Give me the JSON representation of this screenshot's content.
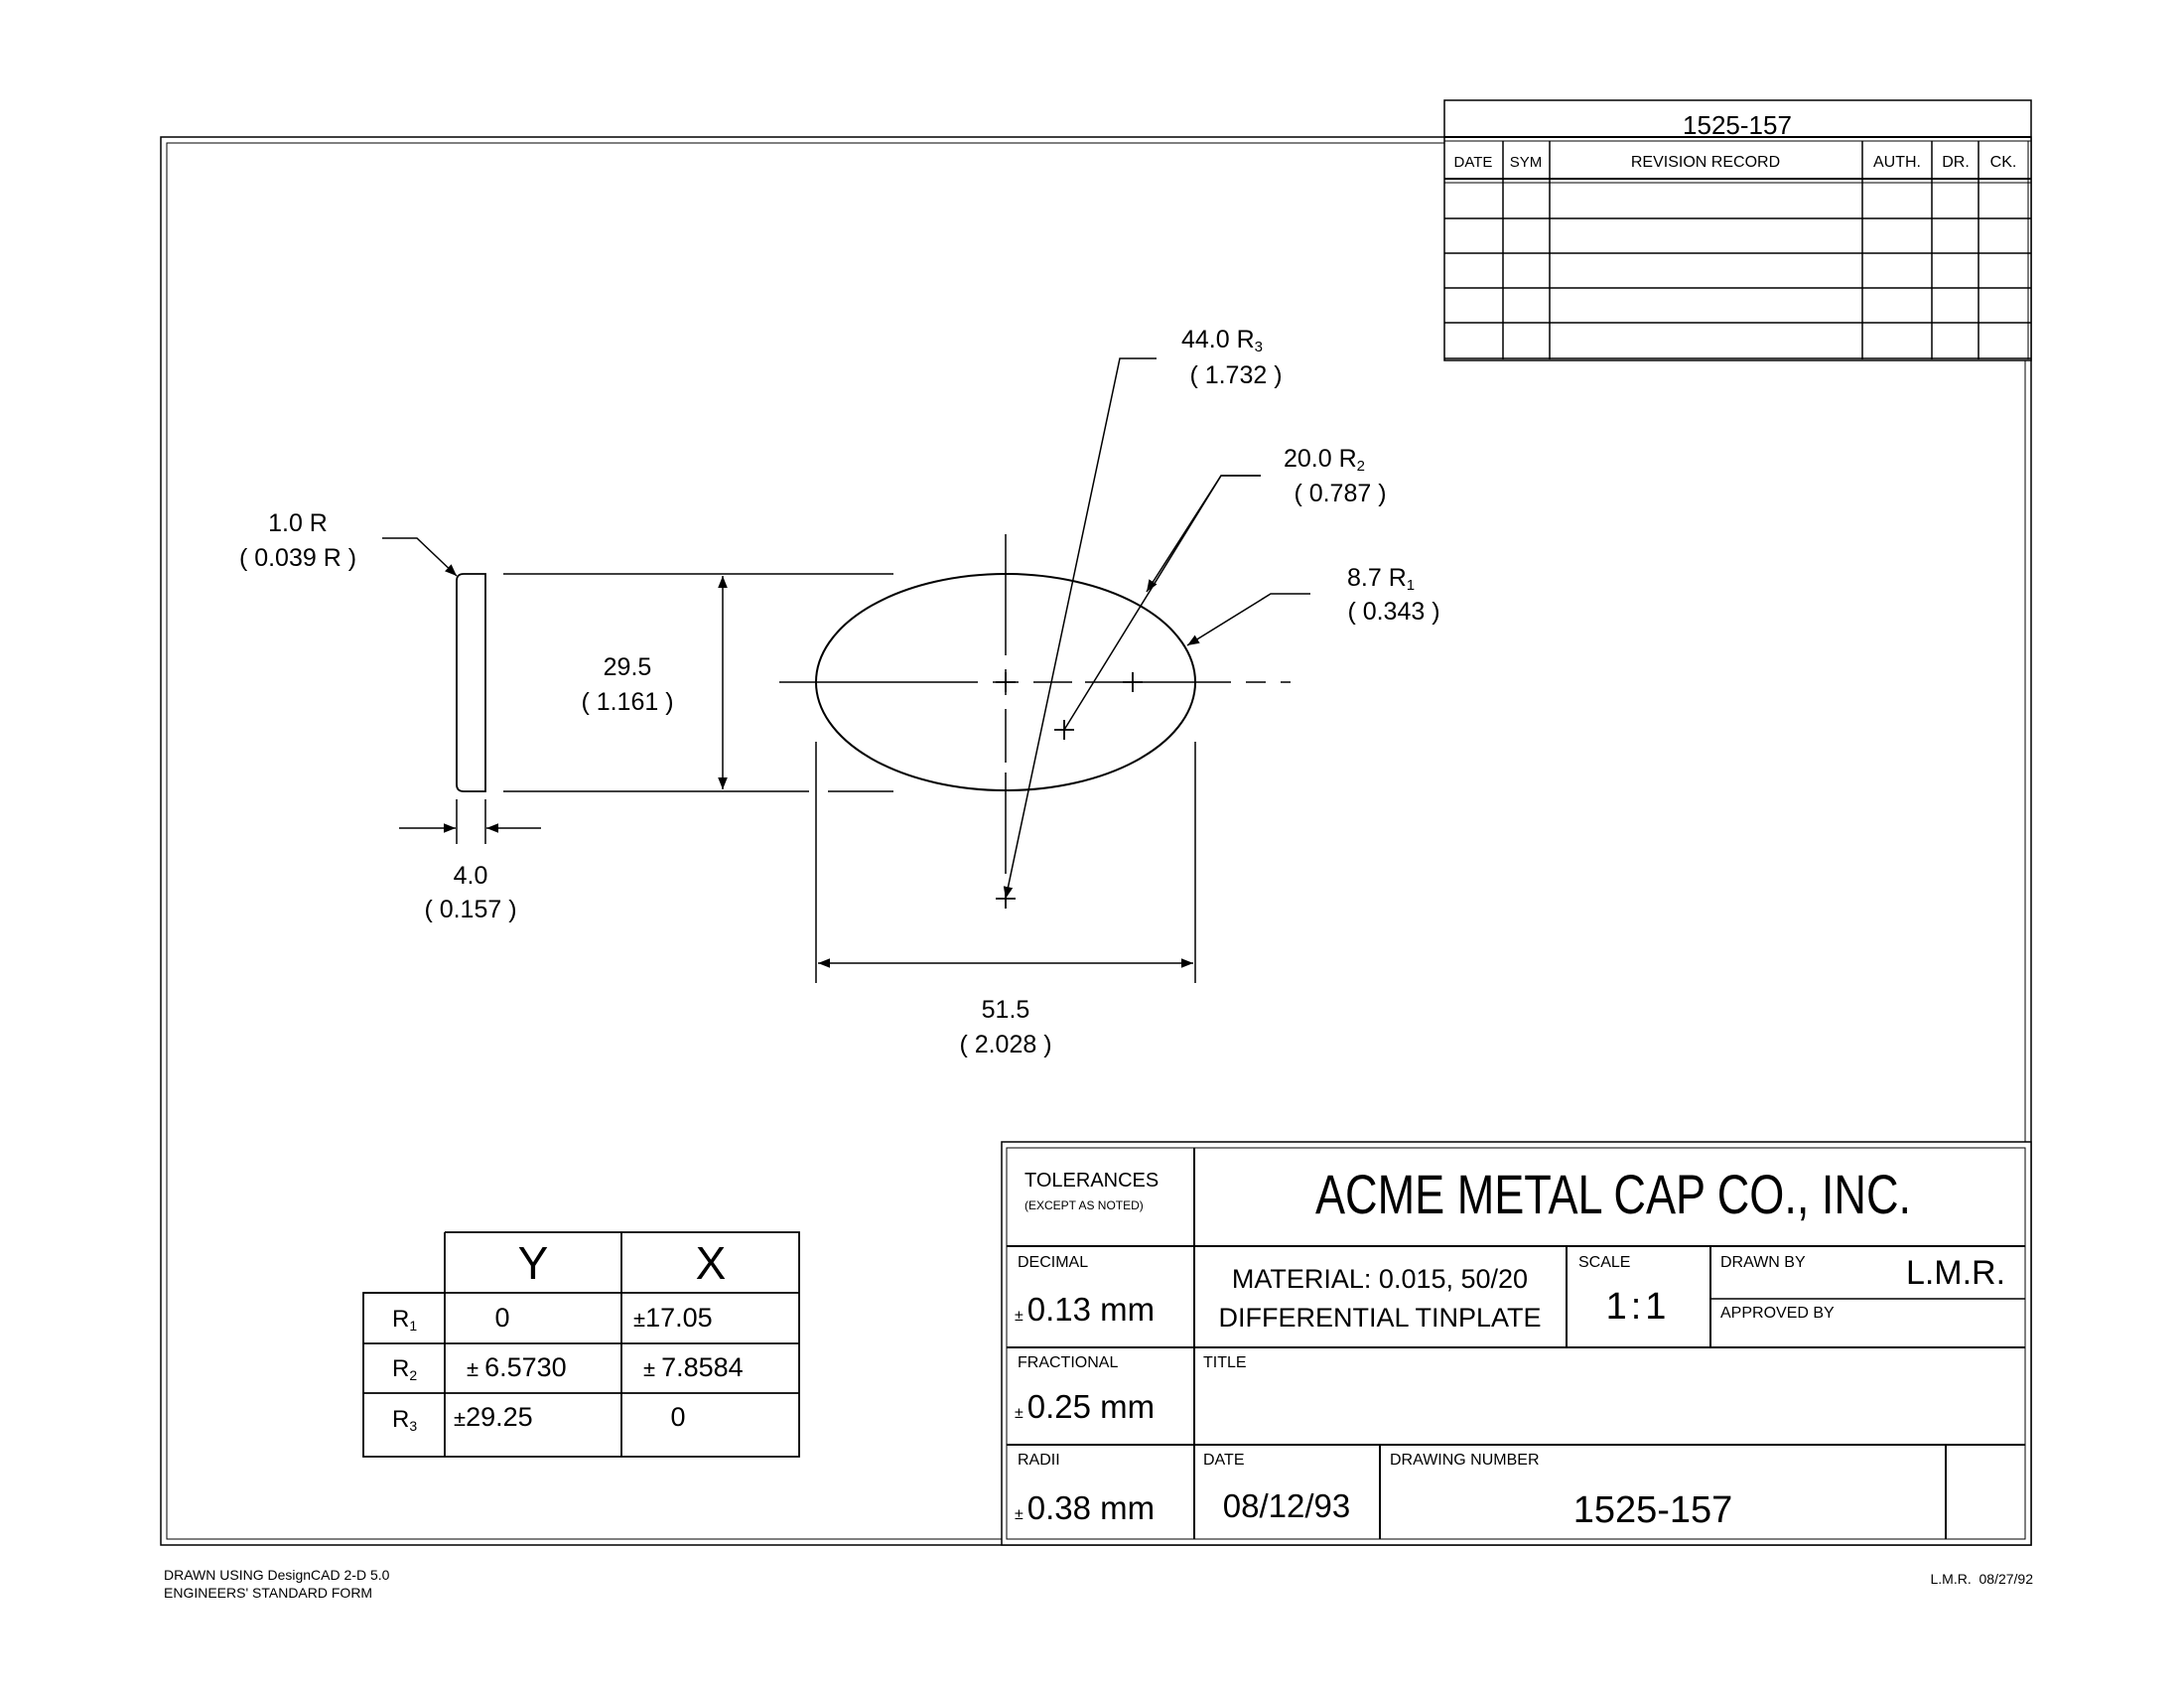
{
  "revision_block": {
    "drawing_ref": "1525-157",
    "headers": [
      "DATE",
      "SYM",
      "REVISION RECORD",
      "AUTH.",
      "DR.",
      "CK."
    ]
  },
  "dimensions": {
    "r3": {
      "value": "44.0 R",
      "sub": "3",
      "inch": "( 1.732 )"
    },
    "r2": {
      "value": "20.0 R",
      "sub": "2",
      "inch": "( 0.787 )"
    },
    "r1": {
      "value": "8.7 R",
      "sub": "1",
      "inch": "( 0.343 )"
    },
    "edge_radius": {
      "value": "1.0 R",
      "inch": "( 0.039 R )"
    },
    "height": {
      "value": "29.5",
      "inch": "( 1.161 )"
    },
    "thickness": {
      "value": "4.0",
      "inch": "( 0.157 )"
    },
    "width": {
      "value": "51.5",
      "inch": "( 2.028 )"
    }
  },
  "coord_table": {
    "col_y": "Y",
    "col_x": "X",
    "rows": [
      {
        "label": "R",
        "sub": "1",
        "y": "0",
        "x_pm": "±",
        "x": "17.05"
      },
      {
        "label": "R",
        "sub": "2",
        "y_pm": "±",
        "y": "6.5730",
        "x_pm": "±",
        "x": "7.8584"
      },
      {
        "label": "R",
        "sub": "3",
        "y_pm": "±",
        "y": "29.25",
        "x": "0"
      }
    ]
  },
  "title_block": {
    "tolerances_label": "TOLERANCES",
    "tolerances_note": "(EXCEPT AS NOTED)",
    "company": "ACME METAL CAP CO., INC.",
    "decimal_label": "DECIMAL",
    "decimal_pm": "±",
    "decimal_value": "0.13 mm",
    "material_line1": "MATERIAL: 0.015, 50/20",
    "material_line2": "DIFFERENTIAL TINPLATE",
    "scale_label": "SCALE",
    "scale_value": "1:1",
    "drawn_by_label": "DRAWN BY",
    "drawn_by_value": "L.M.R.",
    "approved_by_label": "APPROVED BY",
    "fractional_label": "FRACTIONAL",
    "fractional_pm": "±",
    "fractional_value": "0.25 mm",
    "title_label": "TITLE",
    "radii_label": "RADII",
    "radii_pm": "±",
    "radii_value": "0.38 mm",
    "date_label": "DATE",
    "date_value": "08/12/93",
    "drawing_number_label": "DRAWING NUMBER",
    "drawing_number_value": "1525-157"
  },
  "footer": {
    "software_line": "DRAWN USING DesignCAD 2-D 5.0",
    "form_line": "ENGINEERS' STANDARD FORM",
    "initials_date": "L.M.R.  08/27/92"
  }
}
